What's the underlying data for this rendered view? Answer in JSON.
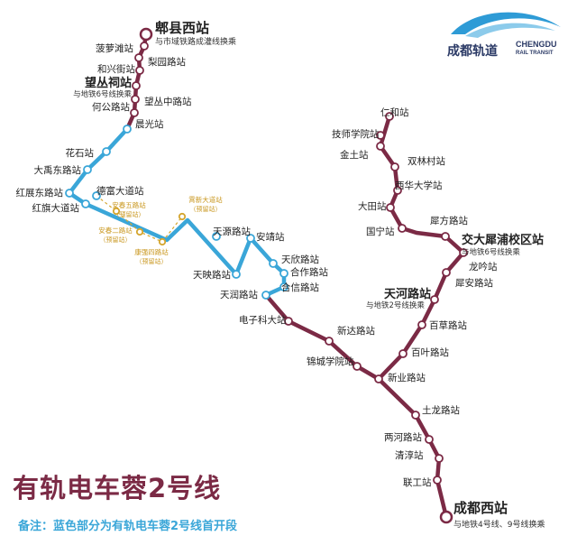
{
  "map": {
    "title": "有轨电车蓉2号线",
    "footnote": "备注：蓝色部分为有轨电车蓉2号线首开段",
    "logo": {
      "name_cn": "成都轨道",
      "name_en_1": "CHENGDU",
      "name_en_2": "RAIL TRANSIT",
      "icon": "wave-logo-icon"
    },
    "colors": {
      "main_line": "#7b2a45",
      "first_phase": "#3aa6d8",
      "planned": "#d4a52e",
      "logo_blue": "#2e9bd6"
    },
    "stations": [
      {
        "id": "pixian-west",
        "name": "郫县西站",
        "note": "与市域铁路成灌线换乘",
        "terminal": true
      },
      {
        "id": "boluotan",
        "name": "菠萝滩站"
      },
      {
        "id": "liyuanlu",
        "name": "梨园路站"
      },
      {
        "id": "hexingjie",
        "name": "和兴街站"
      },
      {
        "id": "wangcongci",
        "name": "望丛祠站",
        "note": "与地铁6号线换乘"
      },
      {
        "id": "wangcongzhonglu",
        "name": "望丛中路站"
      },
      {
        "id": "hegonglu",
        "name": "何公路站"
      },
      {
        "id": "chenguang",
        "name": "晨光站"
      },
      {
        "id": "huashi",
        "name": "花石站"
      },
      {
        "id": "dayudonglu",
        "name": "大禹东路站"
      },
      {
        "id": "hongzhandonglu",
        "name": "红展东路站"
      },
      {
        "id": "hongqidadao",
        "name": "红旗大道站"
      },
      {
        "id": "defudadao",
        "name": "德富大道站"
      },
      {
        "id": "anchunwulu",
        "name": "安春五路站",
        "planned": "（预留站）"
      },
      {
        "id": "anchunerlu",
        "name": "安春二路站",
        "planned": "（预留站）"
      },
      {
        "id": "kangqiangsilu",
        "name": "康强四路站",
        "planned": "（预留站）"
      },
      {
        "id": "xiaoxindadao",
        "name": "霄新大道站",
        "planned": "（预留站）"
      },
      {
        "id": "tianyuanlu",
        "name": "天源路站"
      },
      {
        "id": "anjing",
        "name": "安靖站"
      },
      {
        "id": "tianyinglu",
        "name": "天映路站"
      },
      {
        "id": "tianxinlu",
        "name": "天欣路站"
      },
      {
        "id": "hezuolu",
        "name": "合作路站"
      },
      {
        "id": "hexinlu",
        "name": "合信路站"
      },
      {
        "id": "tianrunlu",
        "name": "天润路站"
      },
      {
        "id": "dianzikeda",
        "name": "电子科大站"
      },
      {
        "id": "xindalu",
        "name": "新达路站"
      },
      {
        "id": "jinchengxueyuan",
        "name": "锦城学院站"
      },
      {
        "id": "xinyelu",
        "name": "新业路站"
      },
      {
        "id": "baiyelu",
        "name": "百叶路站"
      },
      {
        "id": "baicaolu",
        "name": "百草路站"
      },
      {
        "id": "tianhelu",
        "name": "天河路站",
        "note": "与地铁2号线换乘"
      },
      {
        "id": "xiananlu",
        "name": "犀安路站"
      },
      {
        "id": "longyin",
        "name": "龙吟站"
      },
      {
        "id": "jiaoda",
        "name": "交大犀浦校区站",
        "note": "与地铁6号线换乘"
      },
      {
        "id": "xifanglu",
        "name": "犀方路站"
      },
      {
        "id": "guoning",
        "name": "国宁站"
      },
      {
        "id": "datian",
        "name": "大田站"
      },
      {
        "id": "xihuadaxue",
        "name": "西华大学站"
      },
      {
        "id": "shuanglincun",
        "name": "双林村站"
      },
      {
        "id": "jintu",
        "name": "金土站"
      },
      {
        "id": "jishixueyuan",
        "name": "技师学院站"
      },
      {
        "id": "renhe",
        "name": "仁和站"
      },
      {
        "id": "tulonglu",
        "name": "土龙路站"
      },
      {
        "id": "lianghelu",
        "name": "两河路站"
      },
      {
        "id": "qingchun",
        "name": "清淳站"
      },
      {
        "id": "liangong",
        "name": "联工站"
      },
      {
        "id": "chengdu-west",
        "name": "成都西站",
        "note": "与地铁4号线、9号线换乘",
        "terminal": true
      }
    ]
  }
}
